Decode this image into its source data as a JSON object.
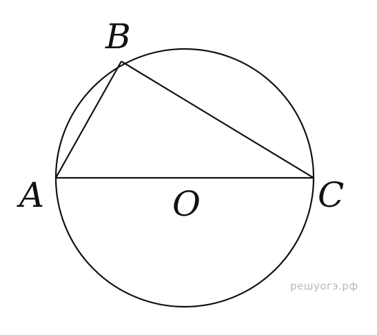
{
  "figure": {
    "labels": {
      "A": "A",
      "B": "B",
      "C": "C",
      "O": "O"
    },
    "watermark": "решуогэ.рф",
    "colors": {
      "background": "#ffffff",
      "stroke": "#111111",
      "watermark": "#b8b8b8"
    }
  }
}
